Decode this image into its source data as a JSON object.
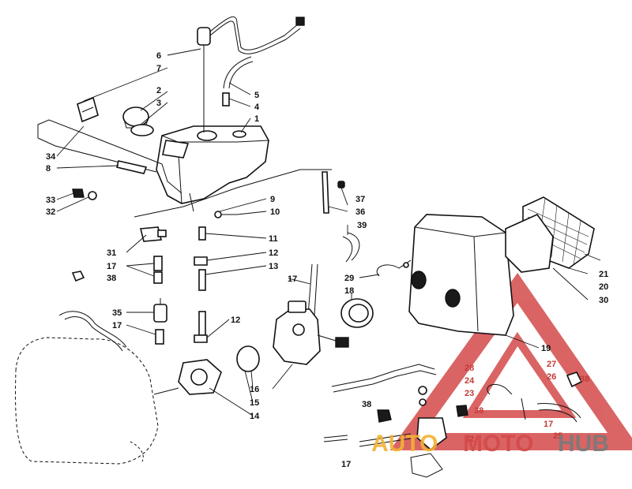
{
  "colors": {
    "ink": "#111111",
    "paper": "#ffffff",
    "watermark_red": "#d44a4a",
    "watermark_yellow": "#f2b233",
    "watermark_gray": "#7a7a7a"
  },
  "callouts": {
    "c1": "1",
    "c2": "2",
    "c3": "3",
    "c4": "4",
    "c5": "5",
    "c6": "6",
    "c7": "7",
    "c8": "8",
    "c9": "9",
    "c10": "10",
    "c11": "11",
    "c12a": "12",
    "c12b": "12",
    "c13": "13",
    "c14": "14",
    "c15": "15",
    "c16": "16",
    "c17a": "17",
    "c17b": "17",
    "c17c": "17",
    "c17d": "17",
    "c17e": "17",
    "c18": "18",
    "c19": "19",
    "c20": "20",
    "c21": "21",
    "c22": "22",
    "c23": "23",
    "c24": "24",
    "c25": "25",
    "c26": "26",
    "c27": "27",
    "c28": "28",
    "c29": "29",
    "c30": "30",
    "c31": "31",
    "c32": "32",
    "c33": "33",
    "c34": "34",
    "c35": "35",
    "c36": "36",
    "c37": "37",
    "c38a": "38",
    "c38b": "38",
    "c38c": "38",
    "c38d": "38",
    "c39": "39"
  },
  "watermark": {
    "part1": "AUTO",
    "part2": "MOTO",
    "part3": "HUB"
  }
}
